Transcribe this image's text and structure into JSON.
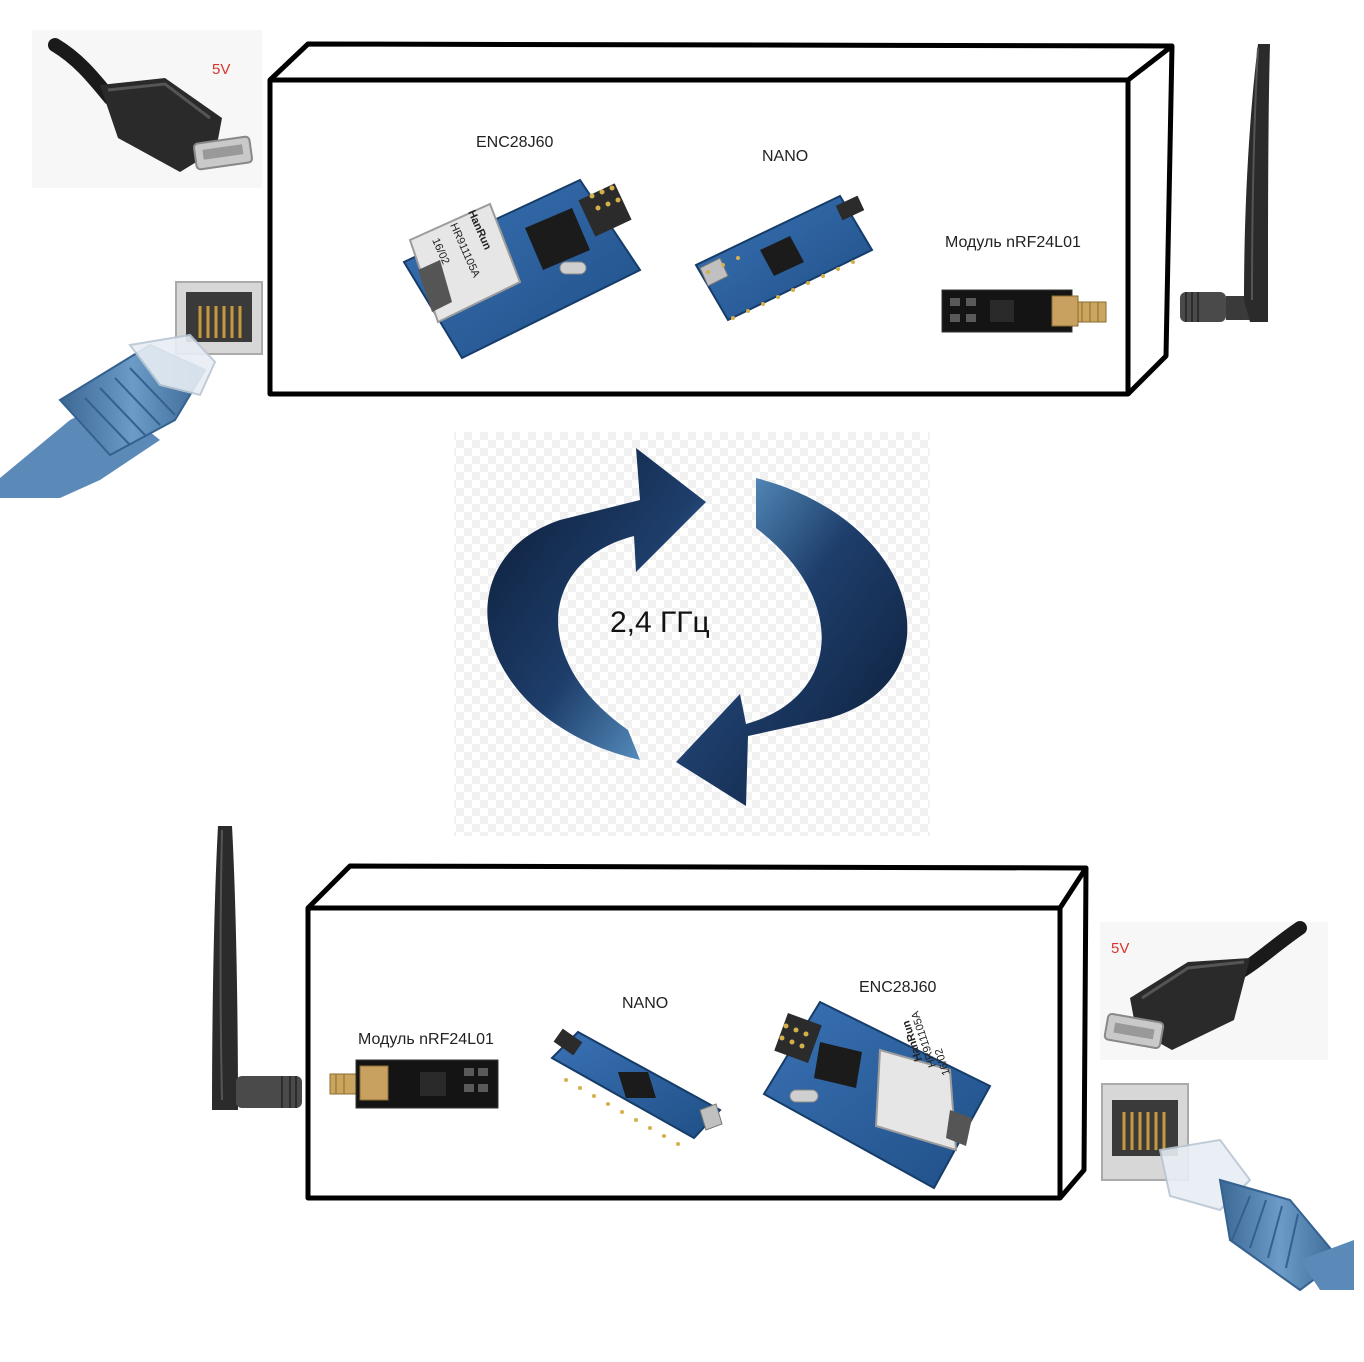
{
  "top_unit": {
    "enc_label": "ENC28J60",
    "nano_label": "NANO",
    "nrf_label": "Модуль nRF24L01",
    "power_label": "5V",
    "enc_chip_text": [
      "HanRun",
      "HR911105A",
      "16/02"
    ]
  },
  "bottom_unit": {
    "enc_label": "ENC28J60",
    "nano_label": "NANO",
    "nrf_label": "Модуль nRF24L01",
    "power_label": "5V",
    "enc_chip_text": [
      "HanRun",
      "HR911105A",
      "16/02"
    ]
  },
  "link": {
    "frequency_label": "2,4 ГГц"
  },
  "icons": [
    "usb-cable-icon",
    "ethernet-cable-icon",
    "antenna-icon",
    "sync-arrows-icon"
  ],
  "colors": {
    "pcb_blue": "#2a5d9a",
    "nrf_black": "#141414",
    "cable_blue": "#4f7fae",
    "arrow_dark": "#0b1a33",
    "arrow_light": "#5fa3d6",
    "power_red": "#d9342b"
  }
}
